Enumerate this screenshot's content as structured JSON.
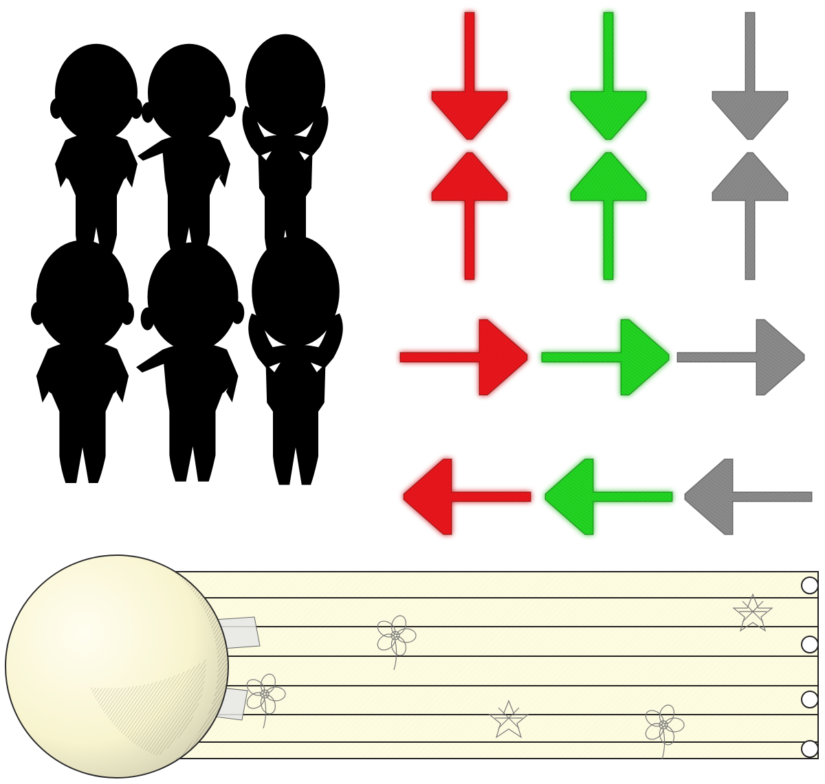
{
  "sheet": {
    "background": "#ffffff"
  },
  "characters": [
    {
      "name": "character-idle",
      "pose": "hands-on-hips",
      "color": "#000000"
    },
    {
      "name": "character-pointing",
      "pose": "pointing",
      "color": "#000000"
    },
    {
      "name": "character-cheering",
      "pose": "arms-up",
      "color": "#000000"
    },
    {
      "name": "character-idle",
      "pose": "hands-on-hips",
      "color": "#000000"
    },
    {
      "name": "character-pointing",
      "pose": "pointing",
      "color": "#000000"
    },
    {
      "name": "character-cheering",
      "pose": "arms-up",
      "color": "#000000"
    }
  ],
  "arrows": {
    "states": [
      {
        "state": "wrong",
        "color": "#e8161b",
        "glow": "#ff3b3b"
      },
      {
        "state": "correct",
        "color": "#21d421",
        "glow": "#4dff4d"
      },
      {
        "state": "neutral",
        "color": "#8a8a8a",
        "glow": "none"
      }
    ],
    "directions": [
      "down",
      "up",
      "right",
      "left"
    ]
  },
  "lane": {
    "paper_color": "#fdfbe0",
    "line_color": "#222222",
    "doodles": [
      "flower-doodle",
      "star-doodle",
      "flower-doodle",
      "star-doodle",
      "flower-doodle"
    ],
    "holes": 4
  },
  "ball": {
    "fill": "#fbf8dc",
    "stroke": "#2a2a2a"
  }
}
